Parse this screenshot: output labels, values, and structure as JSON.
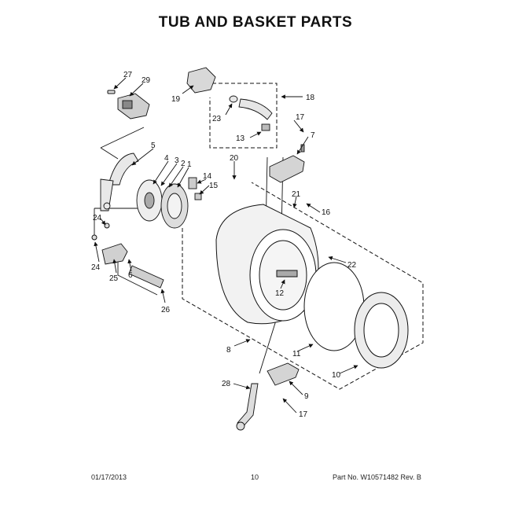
{
  "title": "TUB AND BASKET PARTS",
  "footer": {
    "date": "01/17/2013",
    "page": "10",
    "part_number": "Part No. W10571482  Rev. B"
  },
  "callouts": [
    "27",
    "29",
    "19",
    "18",
    "23",
    "13",
    "17",
    "7",
    "5",
    "4",
    "3",
    "2",
    "1",
    "14",
    "15",
    "20",
    "21",
    "16",
    "24",
    "24",
    "25",
    "6",
    "26",
    "22",
    "12",
    "8",
    "11",
    "10",
    "28",
    "9",
    "17"
  ]
}
